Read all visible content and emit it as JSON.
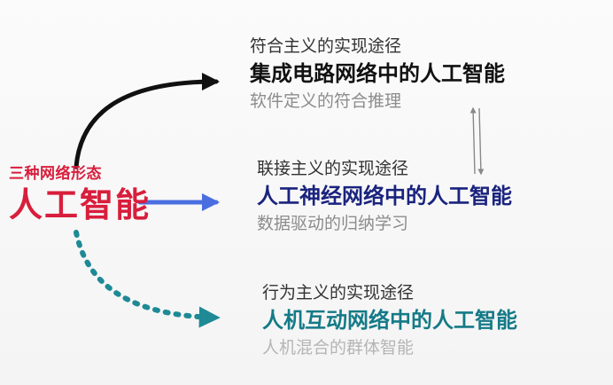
{
  "left": {
    "subtitle": "三种网络形态",
    "title": "人工智能"
  },
  "approaches": [
    {
      "path": "符合主义的实现途径",
      "title": "集成电路网络中的人工智能",
      "desc": "软件定义的符合推理",
      "title_color": "#111111"
    },
    {
      "path": "联接主义的实现途径",
      "title": "人工神经网络中的人工智能",
      "desc": "数据驱动的归纳学习",
      "title_color": "#1a237e"
    },
    {
      "path": "行为主义的实现途径",
      "title": "人机互动网络中的人工智能",
      "desc": "人机混合的群体智能",
      "title_color": "#157a87"
    }
  ],
  "colors": {
    "accent_red": "#d81e3c",
    "arrow_black": "#111111",
    "arrow_blue": "#4a6ee0",
    "arrow_teal": "#1e8a96"
  }
}
